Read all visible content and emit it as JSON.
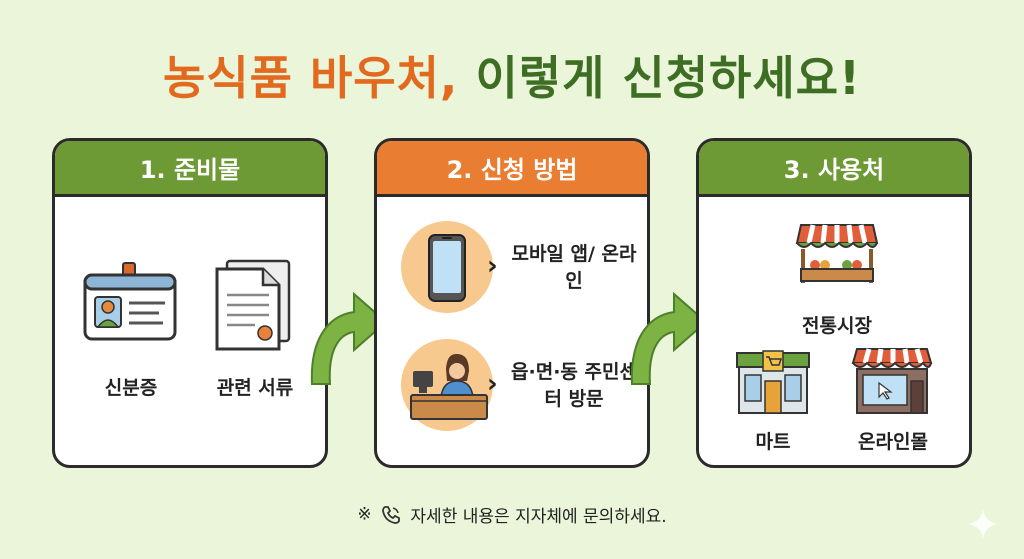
{
  "title": {
    "part1": "농식품 바우처,",
    "part2": "이렇게 신청하세요!"
  },
  "steps": [
    {
      "header": "1. 준비물",
      "items": [
        {
          "label": "신분증",
          "icon": "id-card-icon"
        },
        {
          "label": "관련 서류",
          "icon": "documents-icon"
        }
      ]
    },
    {
      "header": "2. 신청 방법",
      "items": [
        {
          "label": "모바일 앱/ 온라인",
          "icon": "smartphone-icon"
        },
        {
          "label": "읍·면·동 주민센터 방문",
          "icon": "service-desk-icon"
        }
      ]
    },
    {
      "header": "3. 사용처",
      "items": [
        {
          "label": "전통시장",
          "icon": "market-stall-icon"
        },
        {
          "label": "마트",
          "icon": "mart-icon"
        },
        {
          "label": "온라인몰",
          "icon": "online-store-icon"
        }
      ]
    }
  ],
  "footer": {
    "mark": "※",
    "text": "자세한 내용은 지자체에 문의하세요."
  },
  "colors": {
    "orange": "#e26a1f",
    "green": "#3d6e23",
    "header_green": "#6e9a36",
    "header_orange": "#e97d32",
    "background": "#eaf5d9"
  }
}
